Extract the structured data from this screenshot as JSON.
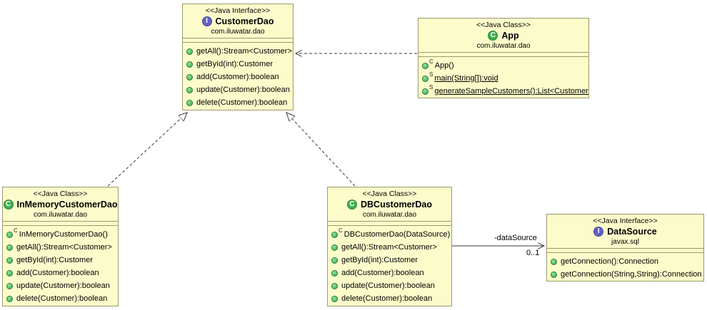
{
  "colors": {
    "box_fill": "#fcfccb",
    "box_border": "#9a9a6a",
    "interface_icon_color": "#6161c4",
    "class_icon_color": "#3fae4f",
    "public_method_icon_color": "#39a449",
    "edge_color": "#3a3a3a"
  },
  "classes": {
    "customer_dao": {
      "stereotype": "<<Java Interface>>",
      "badge": "I",
      "name": "CustomerDao",
      "package": "com.iluwatar.dao",
      "methods": [
        {
          "label": "getAll():Stream<Customer>",
          "marker": ""
        },
        {
          "label": "getById(int):Customer",
          "marker": ""
        },
        {
          "label": "add(Customer):boolean",
          "marker": ""
        },
        {
          "label": "update(Customer):boolean",
          "marker": ""
        },
        {
          "label": "delete(Customer):boolean",
          "marker": ""
        }
      ]
    },
    "app": {
      "stereotype": "<<Java Class>>",
      "badge": "C",
      "name": "App",
      "package": "com.iluwatar.dao",
      "methods": [
        {
          "label": "App()",
          "marker": "C"
        },
        {
          "label": "main(String[]):void",
          "marker": "S"
        },
        {
          "label": "generateSampleCustomers():List<Customer>",
          "marker": "S"
        }
      ]
    },
    "in_memory_customer_dao": {
      "stereotype": "<<Java Class>>",
      "badge": "C",
      "name": "InMemoryCustomerDao",
      "package": "com.iluwatar.dao",
      "methods": [
        {
          "label": "InMemoryCustomerDao()",
          "marker": "C"
        },
        {
          "label": "getAll():Stream<Customer>",
          "marker": ""
        },
        {
          "label": "getById(int):Customer",
          "marker": ""
        },
        {
          "label": "add(Customer):boolean",
          "marker": ""
        },
        {
          "label": "update(Customer):boolean",
          "marker": ""
        },
        {
          "label": "delete(Customer):boolean",
          "marker": ""
        }
      ]
    },
    "db_customer_dao": {
      "stereotype": "<<Java Class>>",
      "badge": "C",
      "name": "DBCustomerDao",
      "package": "com.iluwatar.dao",
      "methods": [
        {
          "label": "DBCustomerDao(DataSource)",
          "marker": "C"
        },
        {
          "label": "getAll():Stream<Customer>",
          "marker": ""
        },
        {
          "label": "getById(int):Customer",
          "marker": ""
        },
        {
          "label": "add(Customer):boolean",
          "marker": ""
        },
        {
          "label": "update(Customer):boolean",
          "marker": ""
        },
        {
          "label": "delete(Customer):boolean",
          "marker": ""
        }
      ]
    },
    "data_source": {
      "stereotype": "<<Java Interface>>",
      "badge": "I",
      "name": "DataSource",
      "package": "javax.sql",
      "methods": [
        {
          "label": "getConnection():Connection",
          "marker": ""
        },
        {
          "label": "getConnection(String,String):Connection",
          "marker": ""
        }
      ]
    }
  },
  "relations": {
    "app_to_customer_dao": {
      "type": "dependency"
    },
    "inmemory_realizes_customer_dao": {
      "type": "realization"
    },
    "db_realizes_customer_dao": {
      "type": "realization"
    },
    "db_to_data_source": {
      "type": "association",
      "label": "-dataSource",
      "multiplicity": "0..1"
    }
  }
}
